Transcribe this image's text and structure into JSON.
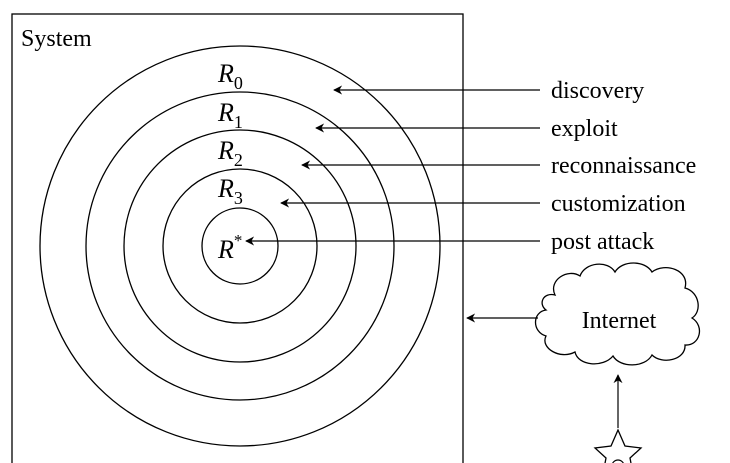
{
  "system": {
    "label": "System"
  },
  "rings": [
    {
      "base": "R",
      "sub": "0"
    },
    {
      "base": "R",
      "sub": "1"
    },
    {
      "base": "R",
      "sub": "2"
    },
    {
      "base": "R",
      "sub": "3"
    },
    {
      "base": "R",
      "sup": "*"
    }
  ],
  "phases": [
    {
      "label": "discovery"
    },
    {
      "label": "exploit"
    },
    {
      "label": "reconnaissance"
    },
    {
      "label": "customization"
    },
    {
      "label": "post attack"
    }
  ],
  "internet": {
    "label": "Internet"
  },
  "icons": {
    "attacker": "star-icon"
  }
}
